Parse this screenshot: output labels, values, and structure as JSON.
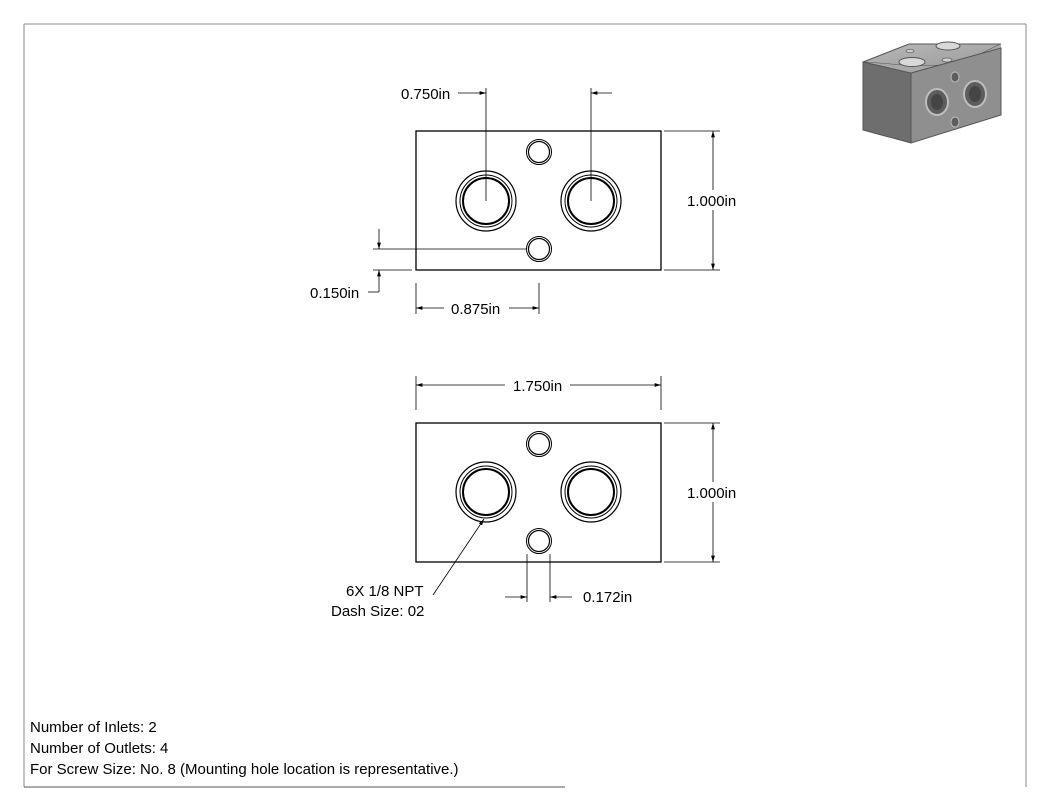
{
  "top_view": {
    "dim_hole_spacing": "0.750in",
    "dim_height": "1.000in",
    "dim_mount_offset": "0.150in",
    "dim_mount_x": "0.875in"
  },
  "bottom_view": {
    "dim_width": "1.750in",
    "dim_height": "1.000in",
    "callout_line1": "6X 1/8 NPT",
    "callout_line2": "Dash Size: 02",
    "dim_mount_hole": "0.172in"
  },
  "notes": {
    "inlets": "Number of Inlets: 2",
    "outlets": "Number of Outlets: 4",
    "screw": "For Screw Size: No. 8 (Mounting hole location is representative.)"
  }
}
